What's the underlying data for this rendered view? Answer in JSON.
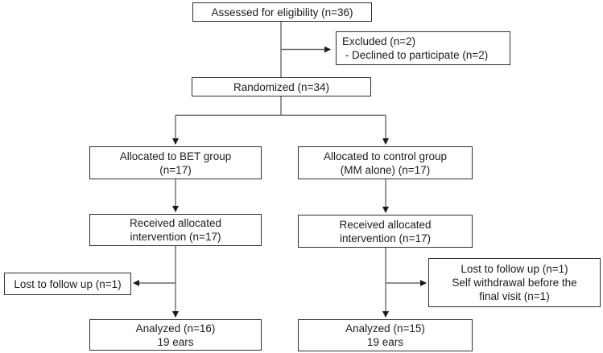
{
  "diagram": {
    "type": "flow-diagram",
    "boxes": {
      "assessed": {
        "lines": [
          "Assessed for eligibility (n=36)"
        ]
      },
      "excluded": {
        "lines": [
          "Excluded (n=2)",
          " - Declined to participate (n=2)"
        ]
      },
      "randomized": {
        "lines": [
          "Randomized (n=34)"
        ]
      },
      "allocated_bet": {
        "lines": [
          "Allocated to BET group",
          "(n=17)"
        ]
      },
      "allocated_control": {
        "lines": [
          "Allocated to control group",
          "(MM alone) (n=17)"
        ]
      },
      "received_bet": {
        "lines": [
          "Received allocated",
          "intervention (n=17)"
        ]
      },
      "received_control": {
        "lines": [
          "Received allocated",
          "intervention (n=17)"
        ]
      },
      "lost_bet": {
        "lines": [
          "Lost to follow up (n=1)"
        ]
      },
      "lost_control": {
        "lines": [
          "Lost to follow up (n=1)",
          "Self withdrawal before the",
          "final visit (n=1)"
        ]
      },
      "analyzed_bet": {
        "lines": [
          "Analyzed (n=16)",
          "19 ears"
        ]
      },
      "analyzed_control": {
        "lines": [
          "Analyzed (n=15)",
          "19 ears"
        ]
      }
    },
    "edges": [
      {
        "from": "assessed",
        "to": "randomized",
        "arrow": false
      },
      {
        "from": "assessed",
        "to": "excluded",
        "arrow": true
      },
      {
        "from": "randomized",
        "to": "allocated_bet",
        "arrow": true
      },
      {
        "from": "randomized",
        "to": "allocated_control",
        "arrow": true
      },
      {
        "from": "allocated_bet",
        "to": "received_bet",
        "arrow": true
      },
      {
        "from": "allocated_control",
        "to": "received_control",
        "arrow": true
      },
      {
        "from": "received_bet",
        "to": "lost_bet",
        "arrow": true
      },
      {
        "from": "received_bet",
        "to": "analyzed_bet",
        "arrow": true
      },
      {
        "from": "received_control",
        "to": "lost_control",
        "arrow": true
      },
      {
        "from": "received_control",
        "to": "analyzed_control",
        "arrow": true
      }
    ],
    "colors": {
      "border": "#2e2e2e",
      "connector": "#6a6a6a",
      "arrowhead": "#1c1c1c",
      "text": "#1c1c1c",
      "background": "#ffffff"
    }
  }
}
